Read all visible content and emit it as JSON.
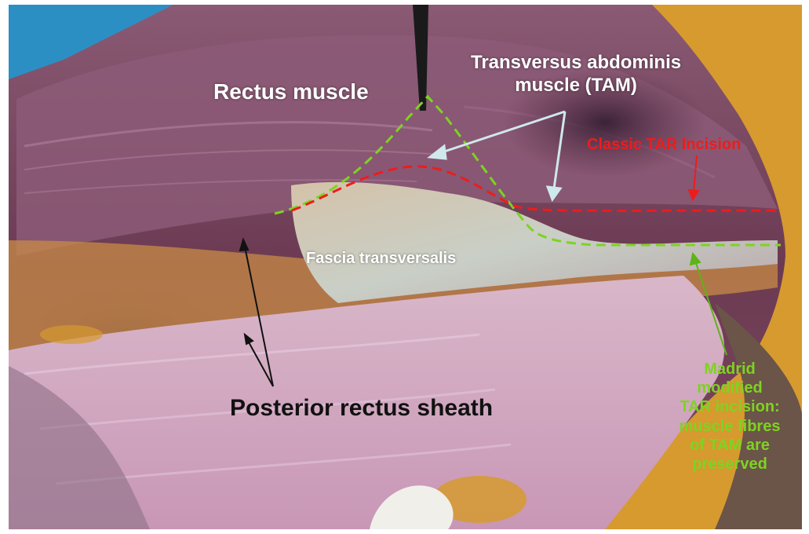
{
  "labels": {
    "rectus": "Rectus muscle",
    "tam_line1": "Transversus abdominis",
    "tam_line2": "muscle (TAM)",
    "classic": "Classic TAR Incision",
    "fascia": "Fascia transversalis",
    "posterior": "Posterior rectus sheath",
    "madrid_lines": [
      "Madrid",
      "modified",
      "TAR incision:",
      "muscle fibres",
      "of TAM are",
      "preserved"
    ]
  },
  "colors": {
    "classic_incision": "#ee1c1c",
    "madrid_incision": "#7ed321",
    "arrow_tam": "#cfe8ec",
    "arrow_posterior": "#111111"
  },
  "icons": [
    "forceps-tip"
  ]
}
